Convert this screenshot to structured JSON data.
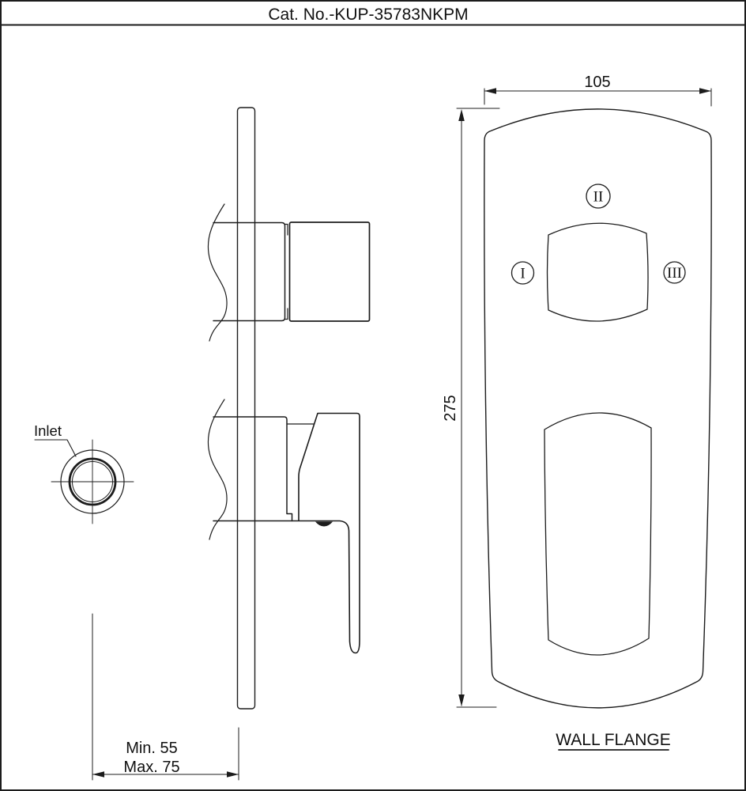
{
  "page": {
    "title": "Cat. No.-KUP-35783NKPM"
  },
  "colors": {
    "line": "#1c1c1c",
    "text": "#111111",
    "background": "#ffffff"
  },
  "side_view": {
    "inlet_label": "Inlet",
    "depth_dimension": {
      "min_label": "Min. 55",
      "max_label": "Max. 75"
    }
  },
  "front_view": {
    "label": "WALL FLANGE",
    "width_dimension": {
      "value": "105"
    },
    "height_dimension": {
      "value": "275"
    },
    "markers": [
      "I",
      "II",
      "III"
    ]
  }
}
